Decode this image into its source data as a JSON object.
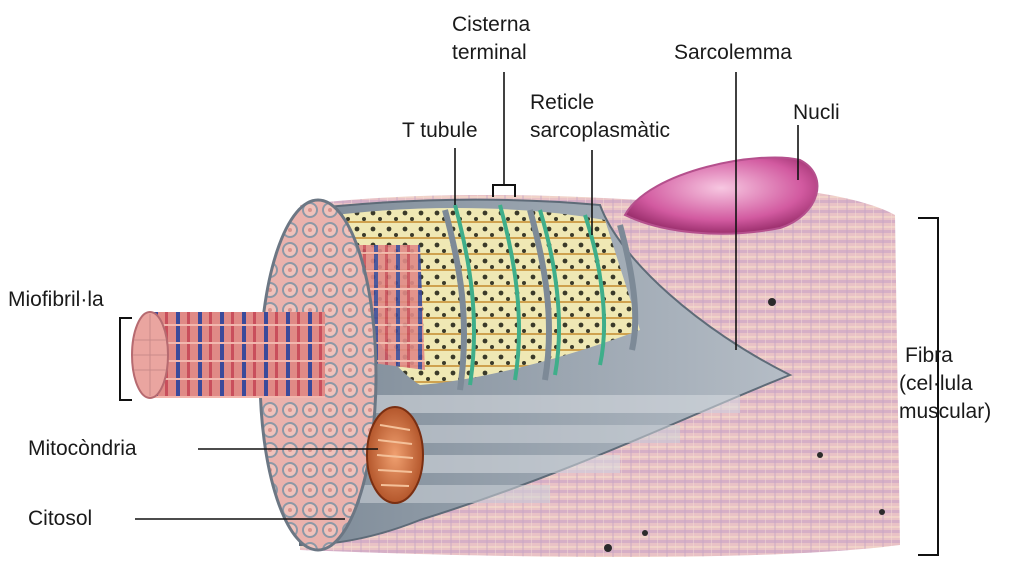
{
  "labels": {
    "cisterna_line1": "Cisterna",
    "cisterna_line2": "terminal",
    "sarcolemma": "Sarcolemma",
    "reticle_line1": "Reticle",
    "reticle_line2": "sarcoplasmàtic",
    "nucli": "Nucli",
    "t_tubule": "T tubule",
    "miofibrilla": "Miofibril·la",
    "fibra_line1": "Fibra",
    "fibra_line2": "(cel·lula",
    "fibra_line3": "muscular)",
    "mitocondria": "Mitocòndria",
    "citosol": "Citosol"
  },
  "colors": {
    "fiber_pink": "#e8b7c2",
    "fiber_band": "#c9a7c9",
    "sarcolemma_grey": "#8c98a6",
    "reticulum_yellow": "#e9e1a6",
    "t_tubule_green": "#3fae8a",
    "myofibril_red": "#d9606a",
    "myofibril_blue": "#3b4a9a",
    "mitochondria_orange": "#c8642e",
    "nucleus_magenta": "#c2488a"
  }
}
